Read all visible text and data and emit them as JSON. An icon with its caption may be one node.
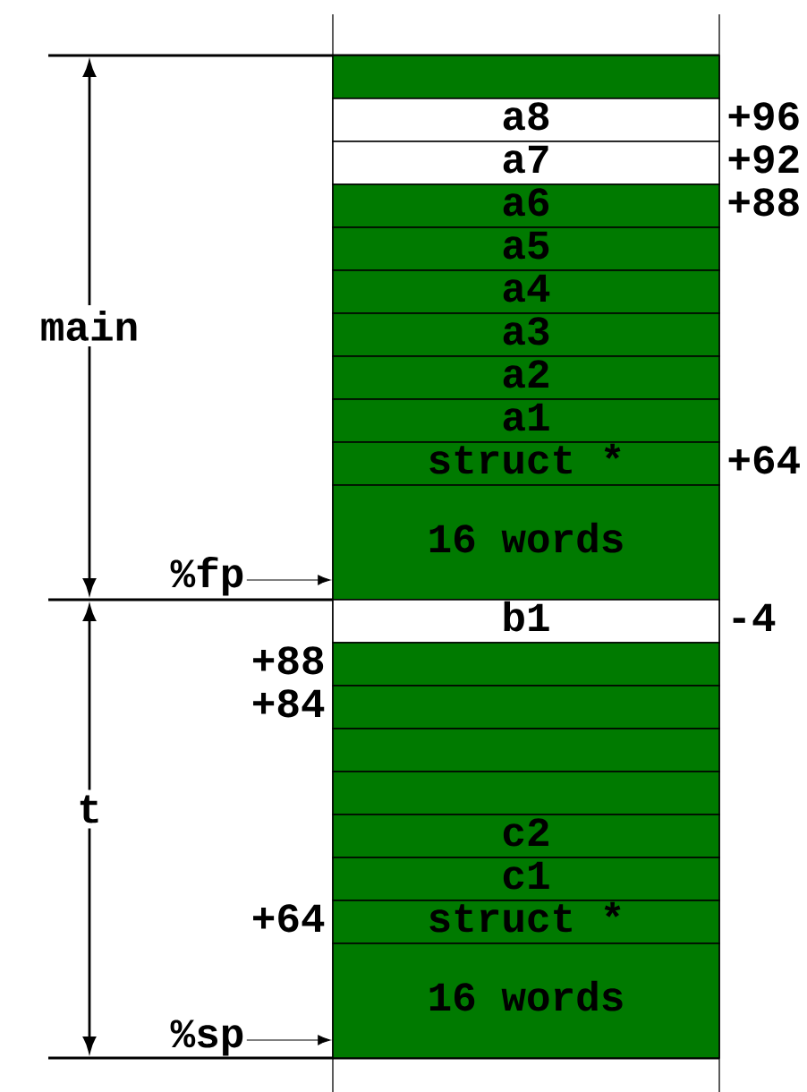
{
  "diagram": {
    "nodes": [
      {
        "text": [],
        "shape": "box"
      },
      {
        "text": [
          "a8"
        ],
        "beside": [
          "+96"
        ]
      },
      {
        "text": [
          "a7"
        ],
        "beside": [
          "+92"
        ]
      },
      {
        "text": [
          "a6"
        ],
        "beside": [
          "+88"
        ]
      },
      {
        "text": [
          "a5"
        ]
      },
      {
        "text": [
          "a4"
        ]
      },
      {
        "text": [
          "a3"
        ]
      },
      {
        "text": [
          "a2"
        ]
      },
      {
        "text": [
          "a1"
        ]
      },
      {
        "text": [
          "struct *"
        ],
        "beside": [
          "+64"
        ]
      },
      {
        "text": [
          "16 words"
        ]
      },
      {
        "text": [
          "b1"
        ],
        "beside": [
          "-4"
        ]
      },
      {
        "text": [],
        "shape": "box",
        "beside": [
          "+88"
        ]
      },
      {
        "text": [],
        "shape": "box",
        "beside": [
          "+84"
        ]
      },
      {
        "text": [],
        "shape": "box"
      },
      {
        "text": [],
        "shape": "box"
      },
      {
        "text": [
          "c2"
        ]
      },
      {
        "text": [
          "c1"
        ]
      },
      {
        "text": [
          "struct *"
        ],
        "beside": [
          "+64"
        ]
      },
      {
        "text": [
          "16 words"
        ]
      },
      {
        "text": [
          "%fp"
        ]
      },
      {
        "text": [
          "%sp"
        ]
      }
    ],
    "edges": [
      {
        "from": 20,
        "to": 10,
        "arrow": "to"
      },
      {
        "from": 21,
        "to": 19,
        "arrow": "to"
      }
    ],
    "labels": [
      "main",
      "t"
    ]
  }
}
